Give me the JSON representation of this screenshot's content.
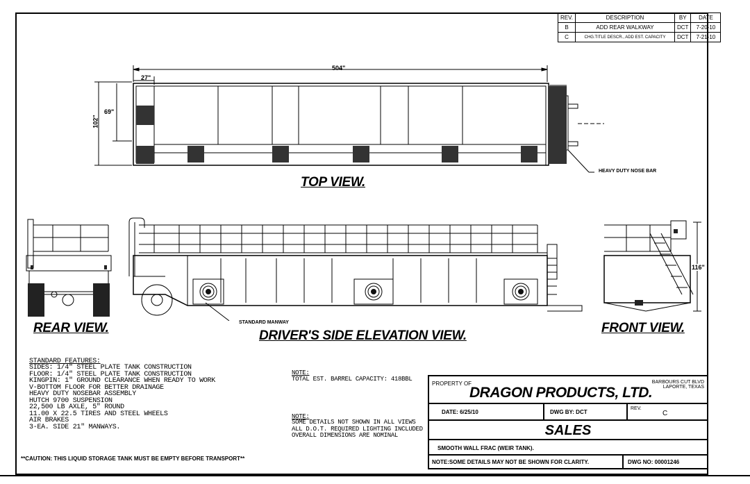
{
  "revisions": {
    "headers": [
      "REV.",
      "DESCRIPTION",
      "BY",
      "DATE"
    ],
    "rows": [
      [
        "B",
        "ADD REAR WALKWAY",
        "DCT",
        "7-20-10"
      ],
      [
        "C",
        "CHG.TITLE DESCR., ADD EST. CAPACITY",
        "DCT",
        "7-21-10"
      ]
    ]
  },
  "views": {
    "top": "TOP VIEW.",
    "rear": "REAR VIEW.",
    "side": "DRIVER'S SIDE ELEVATION VIEW.",
    "front": "FRONT VIEW."
  },
  "dimensions": {
    "length": "504\"",
    "walkway": "27\"",
    "width": "102\"",
    "inner": "69\"",
    "height": "116\""
  },
  "callouts": {
    "nose_bar": "HEAVY DUTY NOSE BAR",
    "manway": "STANDARD MANWAY"
  },
  "features": {
    "heading": "STANDARD FEATURES:",
    "lines": [
      "SIDES:  1/4\" STEEL PLATE TANK CONSTRUCTION",
      "FLOOR:  1/4\" STEEL PLATE TANK CONSTRUCTION",
      "KINGPIN: 1\" GROUND CLEARANCE WHEN READY TO WORK",
      "V-BOTTOM FLOOR FOR BETTER DRAINAGE",
      "HEAVY DUTY NOSEBAR ASSEMBLY",
      "HUTCH 9700 SUSPENSION",
      "22,500 LB AXLE, 5\" ROUND",
      "11.00 X 22.5 TIRES AND STEEL WHEELS",
      "AIR BRAKES",
      "3-EA. SIDE 21\" MANWAYS."
    ]
  },
  "note1": {
    "heading": "NOTE:",
    "text": "TOTAL EST. BARREL CAPACITY: 418BBL"
  },
  "note2": {
    "heading": "NOTE:",
    "lines": [
      "SOME DETAILS NOT SHOWN IN ALL VIEWS",
      "ALL D.O.T. REQUIRED LIGHTING INCLUDED",
      "OVERALL DIMENSIONS ARE NOMINAL"
    ]
  },
  "caution": "**CAUTION: THIS LIQUID STORAGE TANK MUST BE EMPTY BEFORE TRANSPORT**",
  "title_block": {
    "property_of": "PROPERTY OF",
    "company": "DRAGON PRODUCTS, LTD.",
    "address1": "BARBOURS CUT BLVD",
    "address2": "LAPORTE, TEXAS",
    "date": "DATE: 6/25/10",
    "dwg_by": "DWG BY: DCT",
    "rev_label": "REV.",
    "rev_value": "C",
    "sales": "SALES",
    "description": "SMOOTH WALL FRAC (WEIR TANK).",
    "note": "NOTE:SOME DETAILS MAY NOT BE SHOWN FOR CLARITY.",
    "dwg_no": "DWG NO: 00001246"
  }
}
